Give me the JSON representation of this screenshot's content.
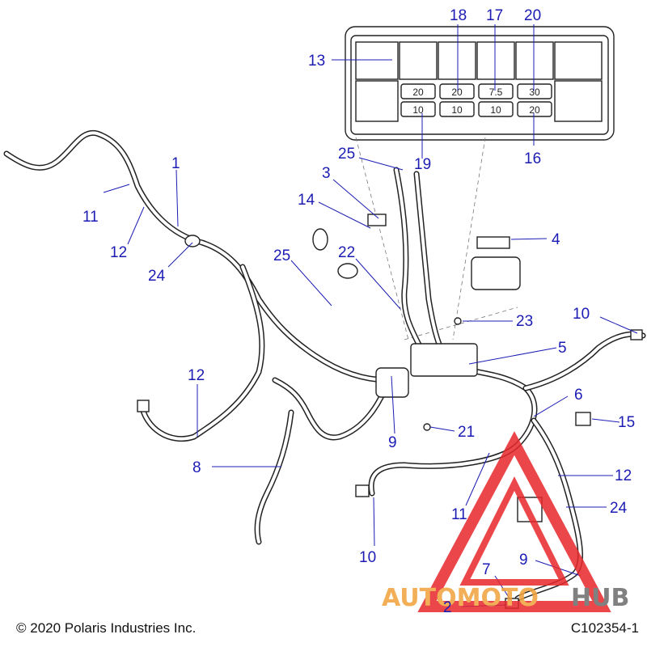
{
  "callouts": {
    "c1": "1",
    "c2": "2",
    "c3": "3",
    "c4": "4",
    "c5": "5",
    "c6": "6",
    "c7": "7",
    "c8": "8",
    "c9a": "9",
    "c9b": "9",
    "c10a": "10",
    "c10b": "10",
    "c11a": "11",
    "c11b": "11",
    "c12a": "12",
    "c12b": "12",
    "c12c": "12",
    "c13": "13",
    "c14": "14",
    "c15": "15",
    "c16": "16",
    "c17": "17",
    "c18": "18",
    "c19": "19",
    "c20": "20",
    "c21": "21",
    "c22": "22",
    "c23": "23",
    "c24a": "24",
    "c24b": "24",
    "c25a": "25",
    "c25b": "25"
  },
  "fuse_box": {
    "top_row": [
      "20",
      "20",
      "7.5",
      "30"
    ],
    "bottom_row": [
      "10",
      "10",
      "10",
      "20"
    ]
  },
  "watermark": {
    "brand_left": "AUTOMOTO",
    "brand_right": "HUB",
    "colors": {
      "triangle": "#e8282b",
      "auto": "#f2a23a",
      "hub": "#6b6b6b"
    }
  },
  "footer": {
    "copyright": "© 2020 Polaris Industries Inc.",
    "code": "C102354-1"
  },
  "colors": {
    "callout": "#1c1cb4",
    "line_art": "#222222"
  }
}
